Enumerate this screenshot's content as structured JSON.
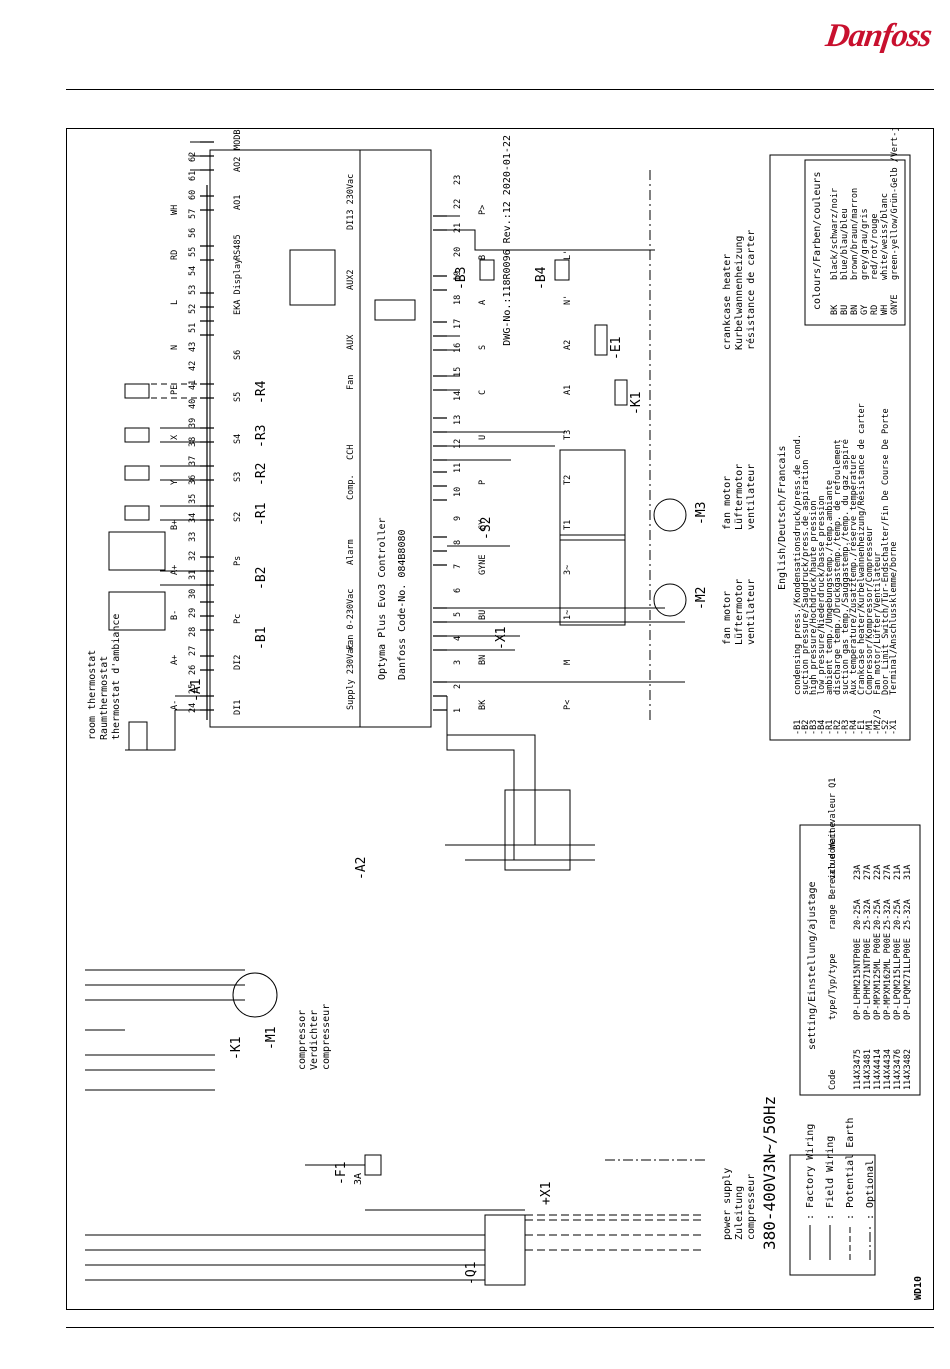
{
  "header": {
    "logo": "Danfoss"
  },
  "drawing": {
    "number": "DWG-No.:118R0096 Rev.:12 2020-01-22",
    "code": "WD10"
  },
  "controller": {
    "ref": "-A1",
    "title": "Optyma Plus Evo3 Controller",
    "code_no": "Danfoss Code-No. 084B8080"
  },
  "modules": {
    "a2": "-A2",
    "k1": "-K1",
    "k1_coil": "-K1",
    "m1": "-M1",
    "m2": "-M2",
    "m3": "-M3",
    "e1": "-E1",
    "f1": "-F1",
    "f1_rating": "3A",
    "q1": "-Q1",
    "s2": "-S2",
    "b1": "-B1",
    "b2": "-B2",
    "b3": "-B3",
    "b4": "-B4",
    "r1": "-R1",
    "r2": "-R2",
    "r3": "-R3",
    "r4": "-R4",
    "x1": "-X1",
    "x1_plus": "+X1"
  },
  "terminal_groups": [
    "DI1",
    "DI2",
    "Pc",
    "Ps",
    "S2",
    "S3",
    "S4",
    "S5",
    "S6",
    "EKA Display",
    "RS485",
    "AO1",
    "AO2",
    "MODBUS",
    "Supply 230Vac",
    "Fan 0-230Vac",
    "Alarm",
    "Comp.",
    "CCH",
    "Fan",
    "AUX",
    "AUX2",
    "DI13 230Vac"
  ],
  "pin_numbers": [
    "24",
    "25",
    "26",
    "27",
    "28",
    "29",
    "30",
    "31",
    "32",
    "33",
    "34",
    "35",
    "36",
    "37",
    "38",
    "39",
    "40",
    "41",
    "42",
    "43",
    "51",
    "52",
    "53",
    "54",
    "55",
    "56",
    "57",
    "60",
    "61",
    "62",
    "1",
    "2",
    "3",
    "4",
    "5",
    "6",
    "7",
    "8",
    "9",
    "10",
    "11",
    "12",
    "13",
    "14",
    "15",
    "16",
    "17",
    "18",
    "19",
    "20",
    "21",
    "22",
    "23"
  ],
  "signal_labels": [
    "A-",
    "A+",
    "B-",
    "A+",
    "B+",
    "Y",
    "X",
    "PE",
    "N",
    "L",
    "RD",
    "WH",
    "BK",
    "BN",
    "BU",
    "GYNE",
    "GY",
    "P",
    "U",
    "C",
    "S",
    "A",
    "B",
    "P>",
    "P<",
    "M",
    "1~",
    "3~",
    "T1",
    "T2",
    "T3",
    "A1",
    "A2",
    "N'",
    "L'"
  ],
  "wire_colours": [
    "RD",
    "WH",
    "BK",
    "BN",
    "BU",
    "GYNE",
    "GY"
  ],
  "captions": {
    "room_thermostat": [
      "room thermostat",
      "Raumthermostat",
      "thermostat d'ambiance"
    ],
    "compressor": [
      "compressor",
      "Verdichter",
      "compresseur"
    ],
    "fan_motor": [
      "fan motor",
      "Lüftermotor",
      "ventilateur"
    ],
    "crankcase": [
      "crankcase heater",
      "Kurbelwannenheizung",
      "résistance de carter"
    ],
    "power_supply": [
      "power supply",
      "Zuleitung",
      "compresseur"
    ],
    "supply_rating": "380-400V3N~/50Hz"
  },
  "colours_legend": {
    "title": "colours/Farben/couleurs",
    "rows": [
      [
        "BK",
        "black/schwarz/noir"
      ],
      [
        "BU",
        "blue/blau/bleu"
      ],
      [
        "BN",
        "brown/braun/marron"
      ],
      [
        "GY",
        "grey/grau/gris"
      ],
      [
        "RD",
        "red/rot/rouge"
      ],
      [
        "WH",
        "white/weiss/blanc"
      ],
      [
        "GNYE",
        "green-yellow/Grün-Gelb /Vert-jaune"
      ]
    ]
  },
  "component_legend": {
    "title": "English/Deutsch/Francais",
    "rows": [
      [
        "-B1",
        "condensing press./Kondensationsdruck/press.de cond."
      ],
      [
        "-B2",
        "suction pressure/Saugdruck/press.de aspiration"
      ],
      [
        "-B3",
        "high pressure/Hochdruck/haute pression"
      ],
      [
        "-B4",
        "low pressure/Niederdruck/basse pression"
      ],
      [
        "-R1",
        "ambient temp./Umgebungstemp./temp.ambiante"
      ],
      [
        "-R2",
        "discharge temp./Druckgastemp./temp. de refoulement"
      ],
      [
        "-R3",
        "suction gas temp./Sauggastemp./temp. du gaz aspiré"
      ],
      [
        "-R4",
        "Aux temperature/Zusatztemp./réserve température"
      ],
      [
        "-E1",
        "Crankcase heater/Kurbelwannenheizung/Résistance de carter"
      ],
      [
        "-M1",
        "Compressor/Kompressor/Compresseur"
      ],
      [
        "-M2/3",
        "Fan motor/Lüfter/Ventilateur"
      ],
      [
        "-S2",
        "Door Limit Switch/Tür-Endschalter/Fin De Course De Porte"
      ],
      [
        "-X1",
        "Terminal/Anschlussklemme/borne"
      ]
    ]
  },
  "settings_table": {
    "title": "setting/Einstellung/ajustage",
    "headers": [
      "Code",
      "type/Typ/type",
      "range Bereich domaine",
      "value Wert valeur Q1"
    ],
    "rows": [
      [
        "114X3475",
        "OP-LPHM215NTP00E",
        "20-25A",
        "23A"
      ],
      [
        "114X3481",
        "OP-LPHM271NTP00E",
        "25-32A",
        "27A"
      ],
      [
        "114X4414",
        "OP-MPXM125ML P00E",
        "20-25A",
        "22A"
      ],
      [
        "114X4434",
        "OP-MPXM162ML P00E",
        "25-32A",
        "27A"
      ],
      [
        "114X3476",
        "OP-LPQM215LLP00E",
        "20-25A",
        "21A"
      ],
      [
        "114X3482",
        "OP-LPQM271LLP00E",
        "25-32A",
        "31A"
      ]
    ]
  },
  "wiring_legend": {
    "rows": [
      [
        "Factory Wiring"
      ],
      [
        "Field Wiring"
      ],
      [
        "Potential Earth"
      ],
      [
        "Optional"
      ]
    ]
  }
}
